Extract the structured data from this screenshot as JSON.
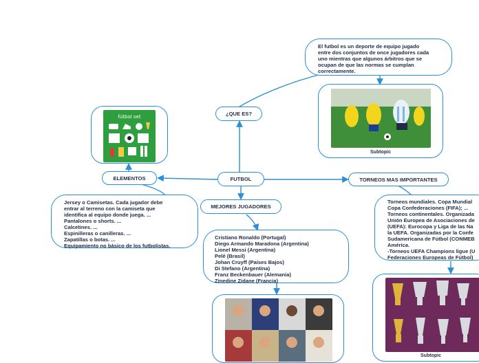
{
  "center": {
    "label": "FUTBOL"
  },
  "que_es": {
    "label": "¿QUE ES?",
    "definition_lines": [
      "El futbol es un deporte de equipo jugado",
      "entre dos conjuntos de once jugadores cada",
      "uno mientras que algunos árbitros que se",
      "ocupan de que las normas se cumplan",
      "correctamente."
    ],
    "image_caption": "Subtopic"
  },
  "elementos": {
    "label": "ELEMENTOS",
    "image_title": "fútbol set",
    "description_lines": [
      "Jersey o Camisetas. Cada jugador debe",
      "entrar al terreno con la camiseta que",
      "identifica al equipo donde juega. ...",
      "Pantalones o shorts. ...",
      "Calcetines. ...",
      "Espinilleras o canilleras. ...",
      "Zapatillas o botas. ...",
      "Equipamiento no básico de los futbolistas."
    ]
  },
  "mejores_jugadores": {
    "label": "MEJORES JUGADORES",
    "players": [
      "Cristiano Ronaldo (Portugal)",
      "Diego Armando Maradona (Argentina)",
      "Lionel Messi (Argentina)",
      "Pelé (Brasil)",
      "Johan Cruyff (Países Bajos)",
      "Di Stefano (Argentina)",
      "Franz Beckenbauer (Alemania)",
      "Zinedine Zidane (Francia)"
    ]
  },
  "torneos": {
    "label": "TORNEOS MAS IMPORTANTES",
    "description_lines": [
      "Torneos mundiales. Copa Mundial",
      "Copa Confederaciones (FIFA); ...",
      "Torneos continentales. Organizada",
      "Unión Europea de Asociaciones de",
      "(UEFA): Eurocopa y Liga de las Na",
      "la UEFA. Organizadas por la Confe",
      "Sudamericana de Fútbol (CONMEB",
      "América.",
      "-Torneos UEFA Champions ligue (U",
      "Federaciones Europeas de Fútbol)"
    ],
    "image_caption": "Subtopic"
  },
  "colors": {
    "connector": "#2a8fd6",
    "border": "#2a8fd6",
    "text": "#1f2a44",
    "icon_panel": "#2f9e3f",
    "trophy_background": "#6e2a5a"
  }
}
